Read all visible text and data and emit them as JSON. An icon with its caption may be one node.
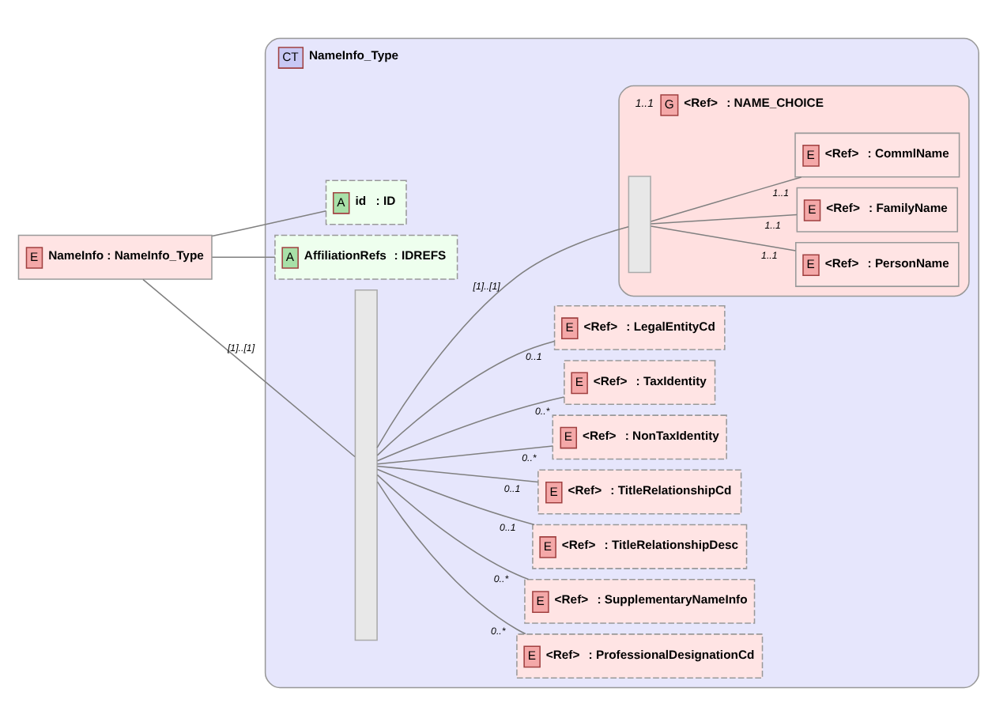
{
  "diagram": {
    "nodes": [
      {
        "text": [
          "E",
          "NameInfo : NameInfo_Type"
        ]
      },
      {
        "text": [
          "CT",
          "NameInfo_Type"
        ]
      },
      {
        "text": [
          "A",
          "id",
          ": ID"
        ],
        "in": 1
      },
      {
        "text": [
          "A",
          "AffiliationRefs",
          ": IDREFS"
        ],
        "in": 1
      },
      {
        "text": [],
        "shape": "bar",
        "in": 1
      },
      {
        "text": [
          "G",
          "<Ref>",
          ": NAME_CHOICE"
        ],
        "in": 1,
        "beside": [
          "1..1"
        ]
      },
      {
        "text": [],
        "shape": "bar",
        "in": 5
      },
      {
        "text": [
          "E",
          "<Ref>",
          ": CommlName"
        ],
        "in": 5
      },
      {
        "text": [
          "E",
          "<Ref>",
          ": FamilyName"
        ],
        "in": 5
      },
      {
        "text": [
          "E",
          "<Ref>",
          ": PersonName"
        ],
        "in": 5
      },
      {
        "text": [
          "E",
          "<Ref>",
          ": LegalEntityCd"
        ],
        "in": 1
      },
      {
        "text": [
          "E",
          "<Ref>",
          ": TaxIdentity"
        ],
        "in": 1
      },
      {
        "text": [
          "E",
          "<Ref>",
          ": NonTaxIdentity"
        ],
        "in": 1
      },
      {
        "text": [
          "E",
          "<Ref>",
          ": TitleRelationshipCd"
        ],
        "in": 1
      },
      {
        "text": [
          "E",
          "<Ref>",
          ": TitleRelationshipDesc"
        ],
        "in": 1
      },
      {
        "text": [
          "E",
          "<Ref>",
          ": SupplementaryNameInfo"
        ],
        "in": 1
      },
      {
        "text": [
          "E",
          "<Ref>",
          ": ProfessionalDesignationCd"
        ],
        "in": 1
      }
    ],
    "edges": [
      {
        "from": 0,
        "to": 2,
        "arrow": "none"
      },
      {
        "from": 0,
        "to": 3,
        "arrow": "none"
      },
      {
        "from": 0,
        "to": 4,
        "arrow": "none",
        "label": "[1]..[1]"
      },
      {
        "from": 4,
        "to": 6,
        "arrow": "none",
        "label": "[1]..[1]"
      },
      {
        "from": 6,
        "to": 7,
        "arrow": "none",
        "label": "1..1"
      },
      {
        "from": 6,
        "to": 8,
        "arrow": "none",
        "label": "1..1"
      },
      {
        "from": 6,
        "to": 9,
        "arrow": "none",
        "label": "1..1"
      },
      {
        "from": 4,
        "to": 10,
        "arrow": "none",
        "label": "0..1"
      },
      {
        "from": 4,
        "to": 11,
        "arrow": "none",
        "label": "0..*"
      },
      {
        "from": 4,
        "to": 12,
        "arrow": "none",
        "label": "0..*"
      },
      {
        "from": 4,
        "to": 13,
        "arrow": "none",
        "label": "0..1"
      },
      {
        "from": 4,
        "to": 14,
        "arrow": "none",
        "label": "0..1"
      },
      {
        "from": 4,
        "to": 15,
        "arrow": "none",
        "label": "0..*"
      },
      {
        "from": 4,
        "to": 16,
        "arrow": "none",
        "label": "0..*"
      }
    ]
  }
}
